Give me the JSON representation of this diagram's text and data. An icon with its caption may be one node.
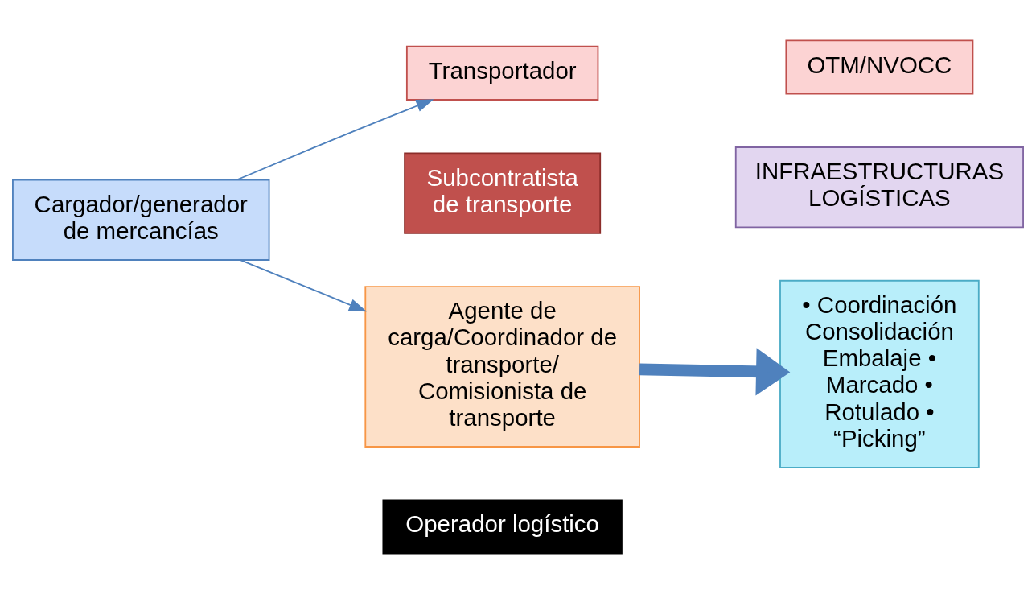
{
  "diagram": {
    "nodes": [
      {
        "text": [
          "Cargador/generador de mercancías"
        ]
      },
      {
        "text": [
          "Transportador"
        ]
      },
      {
        "text": [
          "OTM/NVOCC"
        ]
      },
      {
        "text": [
          "Subcontratista de transporte"
        ]
      },
      {
        "text": [
          "Agente de carga/Coordinador de transporte/ Comisionista de transporte"
        ]
      },
      {
        "text": [
          "Operador logístico"
        ]
      },
      {
        "text": [
          "INFRAESTRUCTURAS LOGÍSTICAS"
        ]
      },
      {
        "text": [
          "• Coordinación Consolidación Embalaje • Marcado • Rotulado • “Picking”"
        ]
      }
    ],
    "edges": [
      {
        "from": 0,
        "to": 1,
        "arrow": "to"
      },
      {
        "from": 0,
        "to": 4,
        "arrow": "to"
      },
      {
        "from": 4,
        "to": 7,
        "arrow": "to",
        "style": "thick"
      }
    ]
  }
}
